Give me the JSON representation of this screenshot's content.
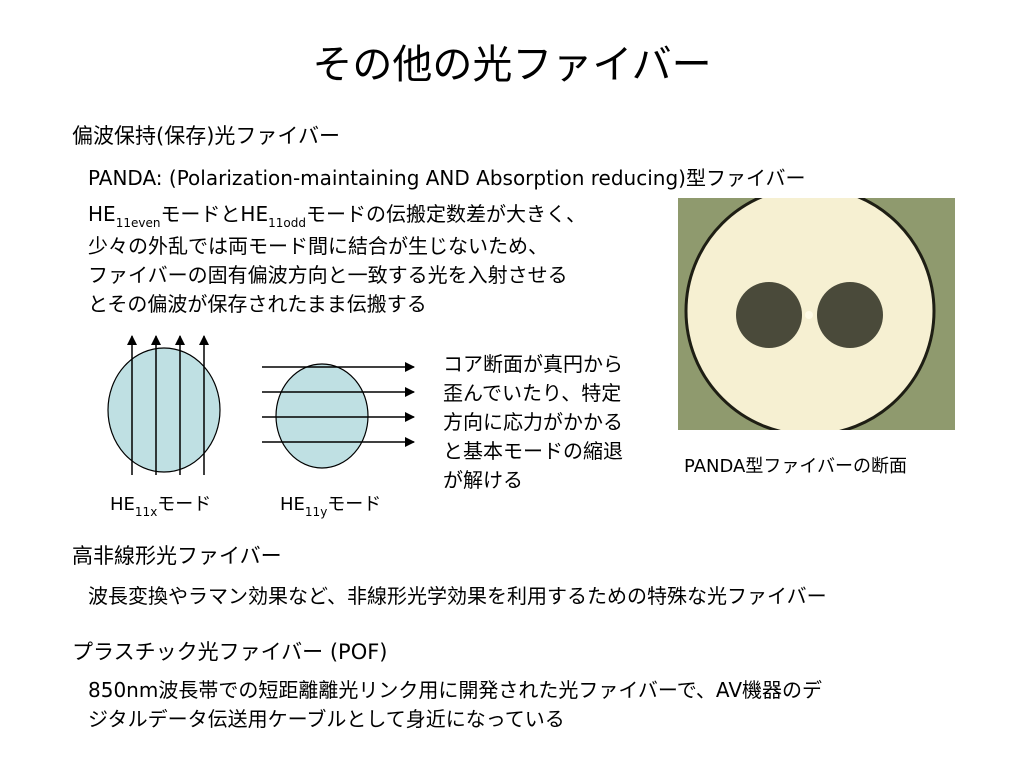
{
  "title": "その他の光ファイバー",
  "sections": {
    "pm": {
      "heading": "偏波保持(保存)光ファイバー",
      "panda_line": "PANDA: (Polarization-maintaining AND Absorption reducing)型ファイバー",
      "para": {
        "he_a": "HE",
        "sub_a": "11even",
        "mid": "モードとHE",
        "sub_b": "11odd",
        "line1_rest": "モードの伝搬定数差が大きく、",
        "line2": "少々の外乱では両モード間に結合が生じないため、",
        "line3": "ファイバーの固有偏波方向と一致する光を入射させる",
        "line4": "とその偏波が保存されたまま伝搬する"
      },
      "mode_x": {
        "he": "HE",
        "sub": "11x",
        "suffix": "モード"
      },
      "mode_y": {
        "he": "HE",
        "sub": "11y",
        "suffix": "モード"
      },
      "note": [
        "コア断面が真円から",
        "歪んでいたり、特定",
        "方向に応力がかかる",
        "と基本モードの縮退",
        "が解ける"
      ],
      "photo_caption": "PANDA型ファイバーの断面"
    },
    "hnl": {
      "heading": "高非線形光ファイバー",
      "body": "波長変換やラマン効果など、非線形光学効果を利用するための特殊な光ファイバー"
    },
    "pof": {
      "heading": "プラスチック光ファイバー (POF)",
      "line1": "850nm波長帯での短距離離光リンク用に開発された光ファイバーで、AV機器のデ",
      "line2": "ジタルデータ伝送用ケーブルとして身近になっている"
    }
  },
  "colors": {
    "ellipse_fill": "#bfe0e3",
    "photo_bg": "#8f9a6e",
    "cladding": "#f6f0d2",
    "stress_rod": "#4a4a3a"
  }
}
